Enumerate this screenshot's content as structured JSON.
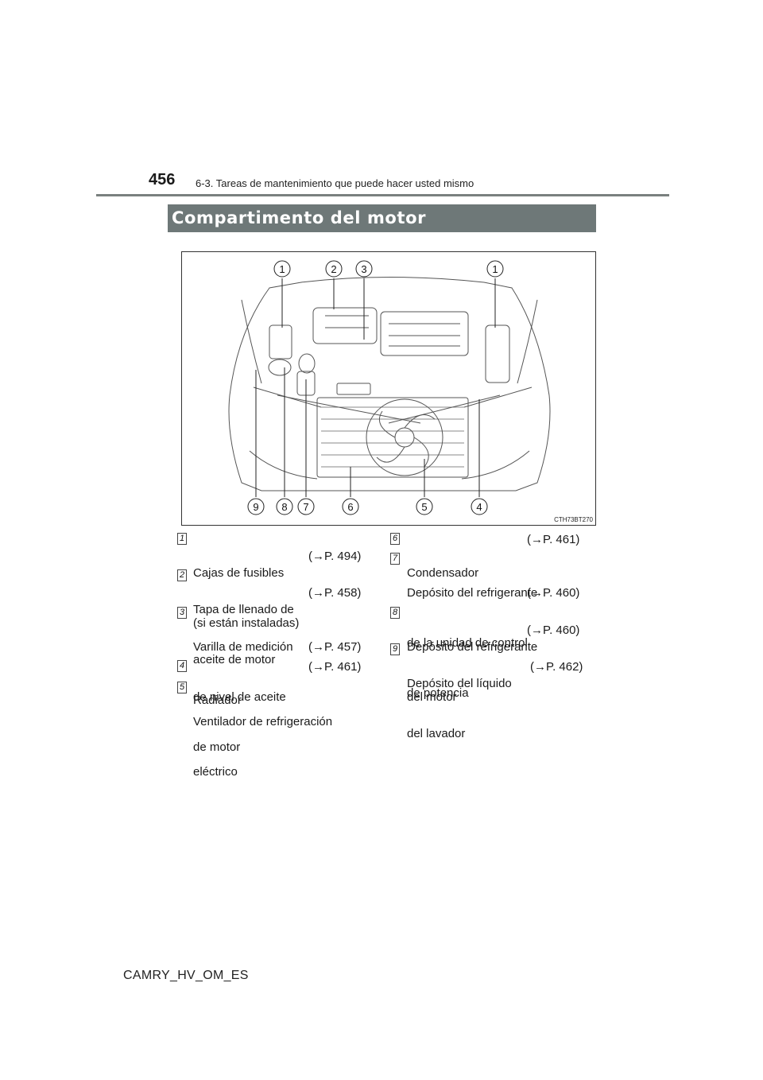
{
  "header": {
    "page_number": "456",
    "chapter": "6-3. Tareas de mantenimiento que puede hacer usted mismo"
  },
  "section": {
    "title": "Compartimento del motor"
  },
  "figure": {
    "code": "CTH73BT270",
    "callouts_top": [
      "1",
      "2",
      "3",
      "1"
    ],
    "callouts_bottom": [
      "9",
      "8",
      "7",
      "6",
      "5",
      "4"
    ]
  },
  "items": [
    {
      "num": "1",
      "lines": [
        "Cajas de fusibles",
        "(si están instaladas)"
      ],
      "ref": "(→P. 494)"
    },
    {
      "num": "2",
      "lines": [
        "Tapa de llenado de",
        "aceite de motor"
      ],
      "ref": "(→P. 458)"
    },
    {
      "num": "3",
      "lines": [
        "Varilla de medición",
        "de nivel de aceite",
        "de motor"
      ],
      "ref": "(→P. 457)"
    },
    {
      "num": "4",
      "lines": [
        "Radiador"
      ],
      "ref": "(→P. 461)"
    },
    {
      "num": "5",
      "lines": [
        "Ventilador de refrigeración",
        "eléctrico"
      ],
      "ref": ""
    },
    {
      "num": "6",
      "lines": [
        "Condensador"
      ],
      "ref": "(→P. 461)"
    },
    {
      "num": "7",
      "lines": [
        "Depósito del refrigerante",
        "de la unidad de control",
        "de potencia"
      ],
      "ref": "(→P. 460)"
    },
    {
      "num": "8",
      "lines": [
        "Depósito del refrigerante",
        "del motor"
      ],
      "ref": "(→P. 460)"
    },
    {
      "num": "9",
      "lines": [
        "Depósito del líquido",
        "del lavador"
      ],
      "ref": "(→P. 462)"
    }
  ],
  "footer": {
    "doc_id": "CAMRY_HV_OM_ES"
  }
}
